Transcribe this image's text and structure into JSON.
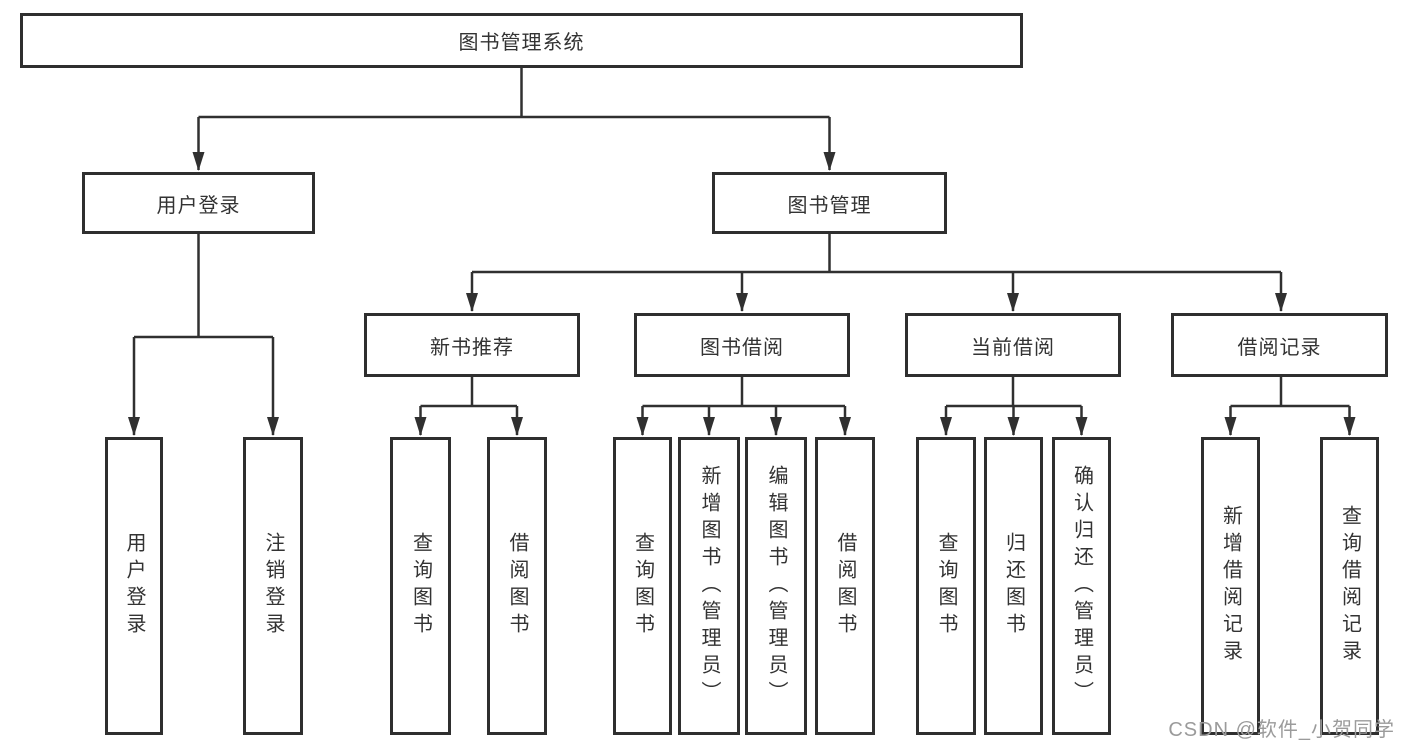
{
  "tree": {
    "root": "图书管理系统",
    "level1": [
      "用户登录",
      "图书管理"
    ],
    "level2": [
      "新书推荐",
      "图书借阅",
      "当前借阅",
      "借阅记录"
    ],
    "leaves": {
      "user_login": [
        "用户登录",
        "注销登录"
      ],
      "new_book_recommend": [
        "查询图书",
        "借阅图书"
      ],
      "book_borrow": [
        "查询图书",
        "新增图书（管理员）",
        "编辑图书（管理员）",
        "借阅图书"
      ],
      "current_borrow": [
        "查询图书",
        "归还图书",
        "确认归还（管理员）"
      ],
      "borrow_record": [
        "新增借阅记录",
        "查询借阅记录"
      ]
    }
  },
  "watermark": "CSDN @软件_小贺同学",
  "colors": {
    "line": "#303030",
    "text": "#333333",
    "box_background": "#ffffff",
    "watermark": "#9b9b9b"
  }
}
